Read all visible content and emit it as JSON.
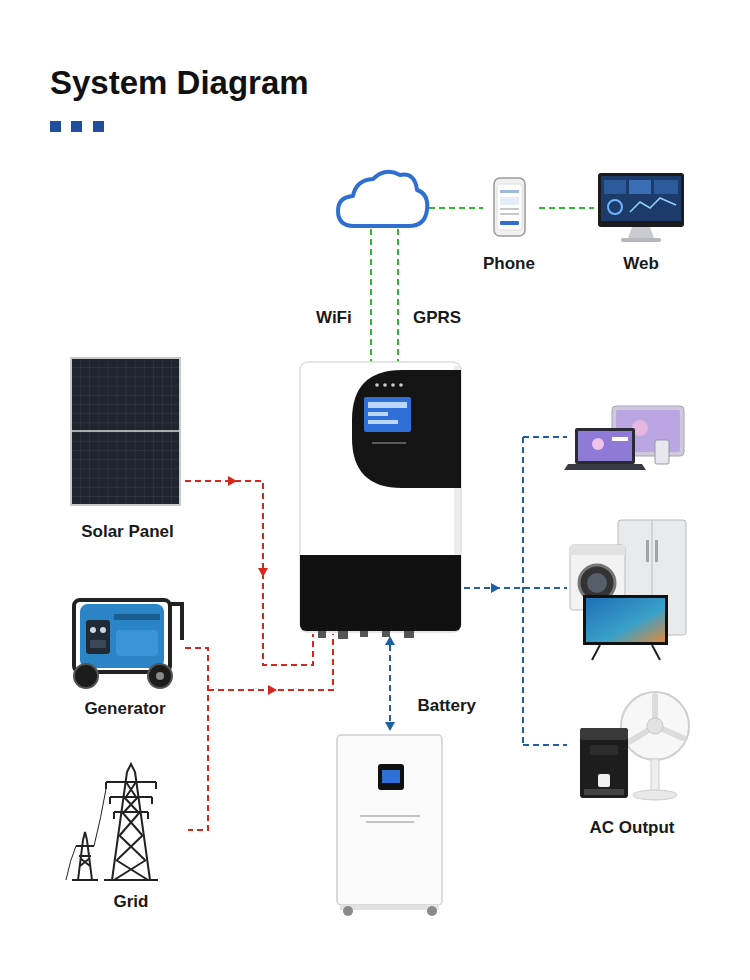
{
  "diagram": {
    "title": "System Diagram",
    "nodes": [
      {
        "text": [
          "Phone"
        ]
      },
      {
        "text": [
          "Web"
        ]
      },
      {
        "text": [
          "Solar Panel"
        ]
      },
      {
        "text": [
          "Generator"
        ]
      },
      {
        "text": [
          "Grid"
        ]
      },
      {
        "text": [
          "Battery"
        ]
      },
      {
        "text": [
          "AC Output"
        ]
      }
    ],
    "edges": [
      {
        "from": 0,
        "to": 1,
        "arrow": "none"
      }
    ],
    "labels": [
      "WiFi",
      "GPRS"
    ]
  }
}
